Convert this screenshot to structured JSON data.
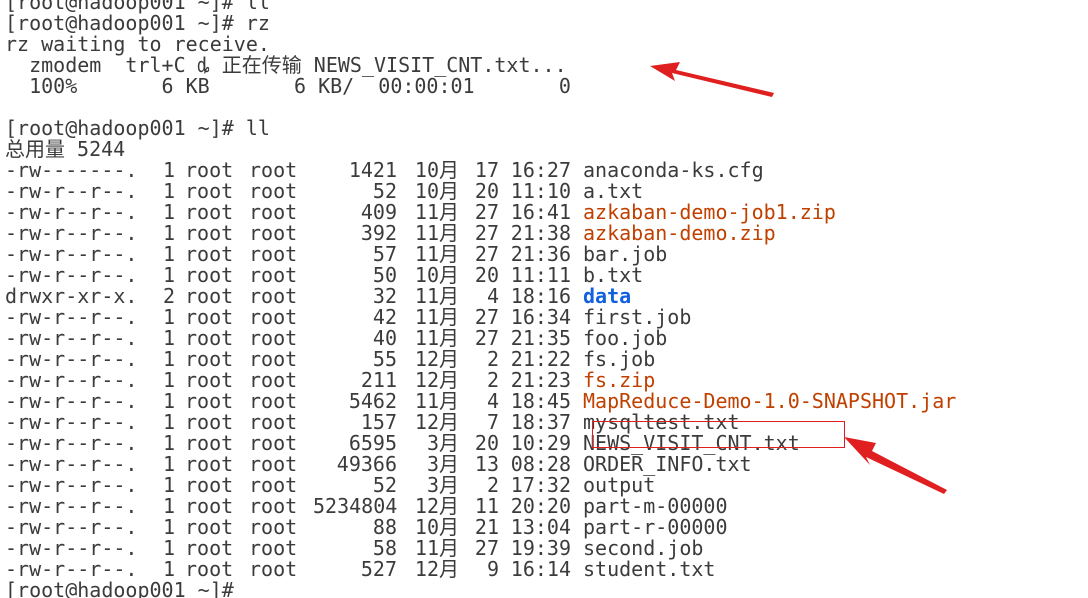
{
  "terminal": {
    "lines": [
      {
        "kind": "text",
        "text": "[root@hadoop001 ~]# ll"
      },
      {
        "kind": "text",
        "text": "[root@hadoop001 ~]# rz"
      },
      {
        "kind": "text",
        "text": "rz waiting to receive."
      },
      {
        "kind": "text",
        "text": "  zmodem  trl+C ȡ 正在传输 NEWS_VISIT_CNT.txt..."
      },
      {
        "kind": "text",
        "text": "  100%       6 KB       6 KB/  00:00:01       0"
      },
      {
        "kind": "text",
        "text": ""
      },
      {
        "kind": "text",
        "text": "[root@hadoop001 ~]# ll"
      },
      {
        "kind": "text",
        "text": "总用量 5244"
      },
      {
        "kind": "file",
        "perm": "-rw-------.",
        "links": "1",
        "owner": "root",
        "group": "root",
        "size": "1421",
        "month": "10月",
        "day": "17",
        "time": "16:27",
        "name": "anaconda-ks.cfg",
        "type": "plain"
      },
      {
        "kind": "file",
        "perm": "-rw-r--r--.",
        "links": "1",
        "owner": "root",
        "group": "root",
        "size": "52",
        "month": "10月",
        "day": "20",
        "time": "11:10",
        "name": "a.txt",
        "type": "plain"
      },
      {
        "kind": "file",
        "perm": "-rw-r--r--.",
        "links": "1",
        "owner": "root",
        "group": "root",
        "size": "409",
        "month": "11月",
        "day": "27",
        "time": "16:41",
        "name": "azkaban-demo-job1.zip",
        "type": "archive"
      },
      {
        "kind": "file",
        "perm": "-rw-r--r--.",
        "links": "1",
        "owner": "root",
        "group": "root",
        "size": "392",
        "month": "11月",
        "day": "27",
        "time": "21:38",
        "name": "azkaban-demo.zip",
        "type": "archive"
      },
      {
        "kind": "file",
        "perm": "-rw-r--r--.",
        "links": "1",
        "owner": "root",
        "group": "root",
        "size": "57",
        "month": "11月",
        "day": "27",
        "time": "21:36",
        "name": "bar.job",
        "type": "plain"
      },
      {
        "kind": "file",
        "perm": "-rw-r--r--.",
        "links": "1",
        "owner": "root",
        "group": "root",
        "size": "50",
        "month": "10月",
        "day": "20",
        "time": "11:11",
        "name": "b.txt",
        "type": "plain"
      },
      {
        "kind": "file",
        "perm": "drwxr-xr-x.",
        "links": "2",
        "owner": "root",
        "group": "root",
        "size": "32",
        "month": "11月",
        "day": "4",
        "time": "18:16",
        "name": "data",
        "type": "dir"
      },
      {
        "kind": "file",
        "perm": "-rw-r--r--.",
        "links": "1",
        "owner": "root",
        "group": "root",
        "size": "42",
        "month": "11月",
        "day": "27",
        "time": "16:34",
        "name": "first.job",
        "type": "plain"
      },
      {
        "kind": "file",
        "perm": "-rw-r--r--.",
        "links": "1",
        "owner": "root",
        "group": "root",
        "size": "40",
        "month": "11月",
        "day": "27",
        "time": "21:35",
        "name": "foo.job",
        "type": "plain"
      },
      {
        "kind": "file",
        "perm": "-rw-r--r--.",
        "links": "1",
        "owner": "root",
        "group": "root",
        "size": "55",
        "month": "12月",
        "day": "2",
        "time": "21:22",
        "name": "fs.job",
        "type": "plain"
      },
      {
        "kind": "file",
        "perm": "-rw-r--r--.",
        "links": "1",
        "owner": "root",
        "group": "root",
        "size": "211",
        "month": "12月",
        "day": "2",
        "time": "21:23",
        "name": "fs.zip",
        "type": "archive"
      },
      {
        "kind": "file",
        "perm": "-rw-r--r--.",
        "links": "1",
        "owner": "root",
        "group": "root",
        "size": "5462",
        "month": "11月",
        "day": "4",
        "time": "18:45",
        "name": "MapReduce-Demo-1.0-SNAPSHOT.jar",
        "type": "archive"
      },
      {
        "kind": "file",
        "perm": "-rw-r--r--.",
        "links": "1",
        "owner": "root",
        "group": "root",
        "size": "157",
        "month": "12月",
        "day": "7",
        "time": "18:37",
        "name": "mysqltest.txt",
        "type": "plain"
      },
      {
        "kind": "file",
        "perm": "-rw-r--r--.",
        "links": "1",
        "owner": "root",
        "group": "root",
        "size": "6595",
        "month": "3月",
        "day": "20",
        "time": "10:29",
        "name": "NEWS_VISIT_CNT.txt",
        "type": "plain"
      },
      {
        "kind": "file",
        "perm": "-rw-r--r--.",
        "links": "1",
        "owner": "root",
        "group": "root",
        "size": "49366",
        "month": "3月",
        "day": "13",
        "time": "08:28",
        "name": "ORDER_INFO.txt",
        "type": "plain"
      },
      {
        "kind": "file",
        "perm": "-rw-r--r--.",
        "links": "1",
        "owner": "root",
        "group": "root",
        "size": "52",
        "month": "3月",
        "day": "2",
        "time": "17:32",
        "name": "output",
        "type": "plain"
      },
      {
        "kind": "file",
        "perm": "-rw-r--r--.",
        "links": "1",
        "owner": "root",
        "group": "root",
        "size": "5234804",
        "month": "12月",
        "day": "11",
        "time": "20:20",
        "name": "part-m-00000",
        "type": "plain"
      },
      {
        "kind": "file",
        "perm": "-rw-r--r--.",
        "links": "1",
        "owner": "root",
        "group": "root",
        "size": "88",
        "month": "10月",
        "day": "21",
        "time": "13:04",
        "name": "part-r-00000",
        "type": "plain"
      },
      {
        "kind": "file",
        "perm": "-rw-r--r--.",
        "links": "1",
        "owner": "root",
        "group": "root",
        "size": "58",
        "month": "11月",
        "day": "27",
        "time": "19:39",
        "name": "second.job",
        "type": "plain"
      },
      {
        "kind": "file",
        "perm": "-rw-r--r--.",
        "links": "1",
        "owner": "root",
        "group": "root",
        "size": "527",
        "month": "12月",
        "day": "9",
        "time": "16:14",
        "name": "student.txt",
        "type": "plain"
      },
      {
        "kind": "text",
        "text": "[root@hadoop001 ~]#"
      }
    ]
  },
  "colors": {
    "text": "#3b3b3b",
    "directory": "#1060e0",
    "archive": "#c04000",
    "annotation": "#e02020",
    "background": "#ffffff"
  }
}
